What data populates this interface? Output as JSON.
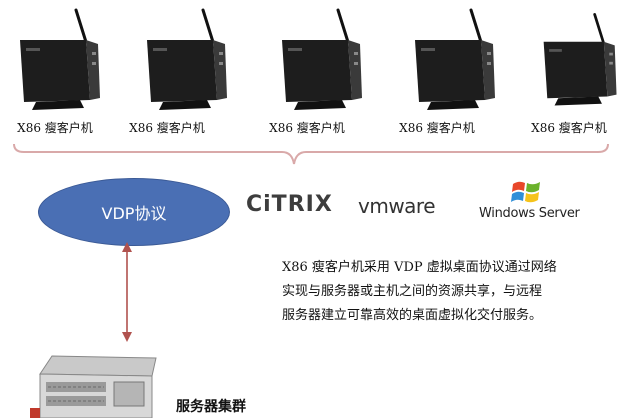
{
  "clients": [
    {
      "label": "X86 瘦客户机"
    },
    {
      "label": "X86 瘦客户机"
    },
    {
      "label": "X86 瘦客户机"
    },
    {
      "label": "X86 瘦客户机"
    },
    {
      "label": "X86 瘦客户机"
    }
  ],
  "protocol": {
    "label": "VDP协议"
  },
  "vendors": {
    "citrix": "CiTRIX",
    "vmware": "vmware",
    "windows": "Windows Server"
  },
  "description": [
    "X86 瘦客户机采用 VDP 虚拟桌面协议通过网络",
    "实现与服务器或主机之间的资源共享，与远程",
    "服务器建立可靠高效的桌面虚拟化交付服务。"
  ],
  "server": {
    "label": "服务器集群"
  },
  "colors": {
    "oval": "#4a6fb4",
    "brace": "#d9a9a9",
    "arrow": "#b0524e"
  }
}
